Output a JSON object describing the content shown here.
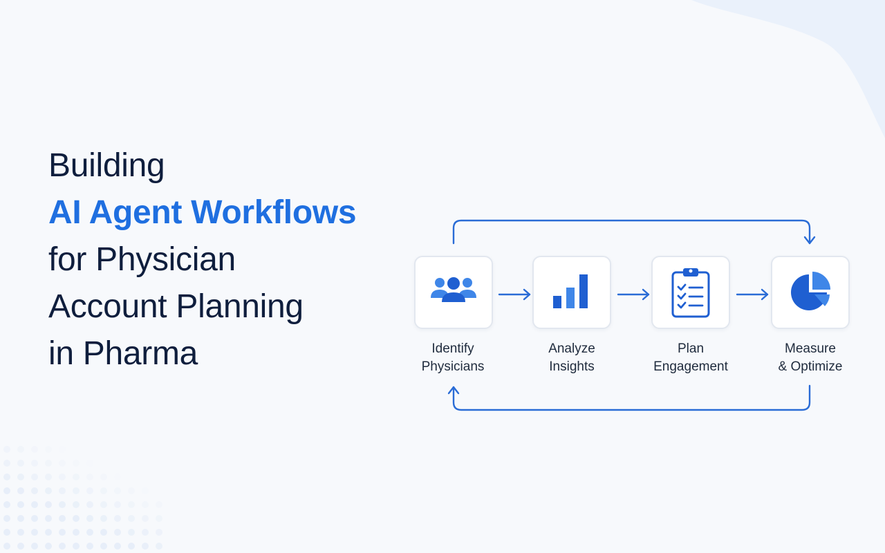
{
  "title": {
    "line1": "Building",
    "line2": "AI Agent Workflows",
    "line3": "for Physician",
    "line4": "Account Planning",
    "line5": "in Pharma"
  },
  "workflow": {
    "steps": [
      {
        "line1": "Identify",
        "line2": "Physicians",
        "icon": "people-icon"
      },
      {
        "line1": "Analyze",
        "line2": "Insights",
        "icon": "bar-chart-icon"
      },
      {
        "line1": "Plan",
        "line2": "Engagement",
        "icon": "clipboard-checklist-icon"
      },
      {
        "line1": "Measure",
        "line2": "& Optimize",
        "icon": "pie-chart-icon"
      }
    ]
  },
  "colors": {
    "accent": "#1f6fe0",
    "icon_blue": "#1f5fd1",
    "connector": "#2a6cd6",
    "heading": "#0f1e3d",
    "box_border": "#e2e7ef",
    "background": "#f7f9fc"
  }
}
